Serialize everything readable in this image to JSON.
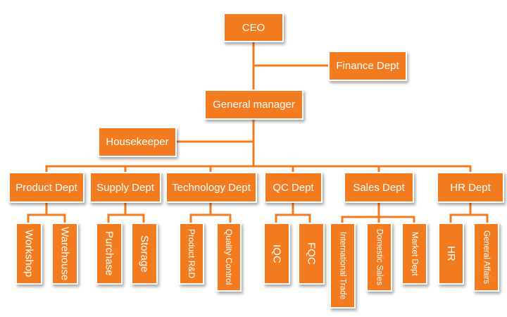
{
  "colors": {
    "box": "#f47c20",
    "line": "#f47c20",
    "text": "#ffffff"
  },
  "nodes": {
    "ceo": "CEO",
    "finance": "Finance Dept",
    "general_manager": "General manager",
    "housekeeper": "Housekeeper",
    "product": "Product Dept",
    "supply": "Supply Dept",
    "technology": "Technology Dept",
    "qc": "QC Dept",
    "sales": "Sales Dept",
    "hr_dept": "HR Dept",
    "workshop": "Workshop",
    "warehouse": "Warehouse",
    "purchase": "Purchase",
    "storage": "Storage",
    "product_rd": "Product R&D",
    "quality_control": "Quality Control",
    "iqc": "IQC",
    "fqc": "FQC",
    "international_trade": "International Trade",
    "domestic_sales": "Domestic Sales",
    "market_dept": "Market Dept",
    "hr": "HR",
    "general_affairs": "General Affairs"
  }
}
